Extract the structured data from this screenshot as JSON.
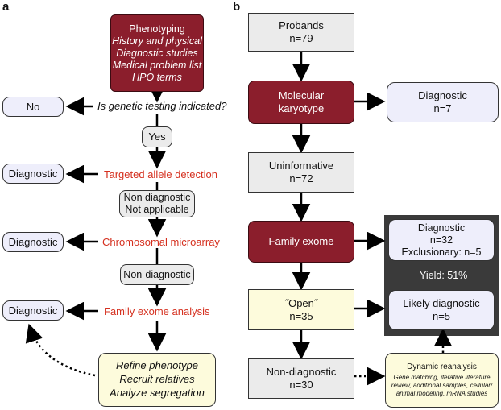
{
  "panels": {
    "a": "a",
    "b": "b"
  },
  "panel_a": {
    "phenotyping": [
      "Phenotyping",
      "History and physical",
      "Diagnostic studies",
      "Medical problem list",
      "HPO terms"
    ],
    "question": "Is genetic testing indicated?",
    "no": "No",
    "yes": "Yes",
    "targeted_allele": "Targeted allele detection",
    "diagnostic_1": "Diagnostic",
    "non_diag_na": [
      "Non diagnostic",
      "Not applicable"
    ],
    "chromosomal": "Chromosomal microarray",
    "diagnostic_2": "Diagnostic",
    "non_diagnostic": "Non-diagnostic",
    "family_exome_analysis": "Family exome analysis",
    "diagnostic_3": "Diagnostic",
    "refine": [
      "Refine phenotype",
      "Recruit relatives",
      "Analyze segregation"
    ]
  },
  "panel_b": {
    "probands": [
      "Probands",
      "n=79"
    ],
    "molecular_karyotype": [
      "Molecular",
      "karyotype"
    ],
    "diagnostic_n7": [
      "Diagnostic",
      "n=7"
    ],
    "uninformative": [
      "Uninformative",
      "n=72"
    ],
    "family_exome": "Family exome",
    "diagnostic_n32": [
      "Diagnostic",
      "n=32",
      "Exclusionary: n=5"
    ],
    "yield": "Yield: 51%",
    "open": [
      "˝Open˝",
      "n=35"
    ],
    "likely_diagnostic": [
      "Likely diagnostic",
      "n=5"
    ],
    "non_diagnostic": [
      "Non-diagnostic",
      "n=30"
    ],
    "dynamic_reanalysis": "Dynamic reanalysis",
    "dynamic_detail": [
      "Gene matching, iterative literature",
      "review, additional samples, cellular/",
      "animal modeling, mRNA studies"
    ]
  },
  "colors": {
    "dark_red": "#8b1e2c",
    "grey": "#ebebeb",
    "lavender": "#eeeefb",
    "cream": "#fdfbdc",
    "dark_panel": "#3a3a3a",
    "red_text": "#d5301f"
  }
}
